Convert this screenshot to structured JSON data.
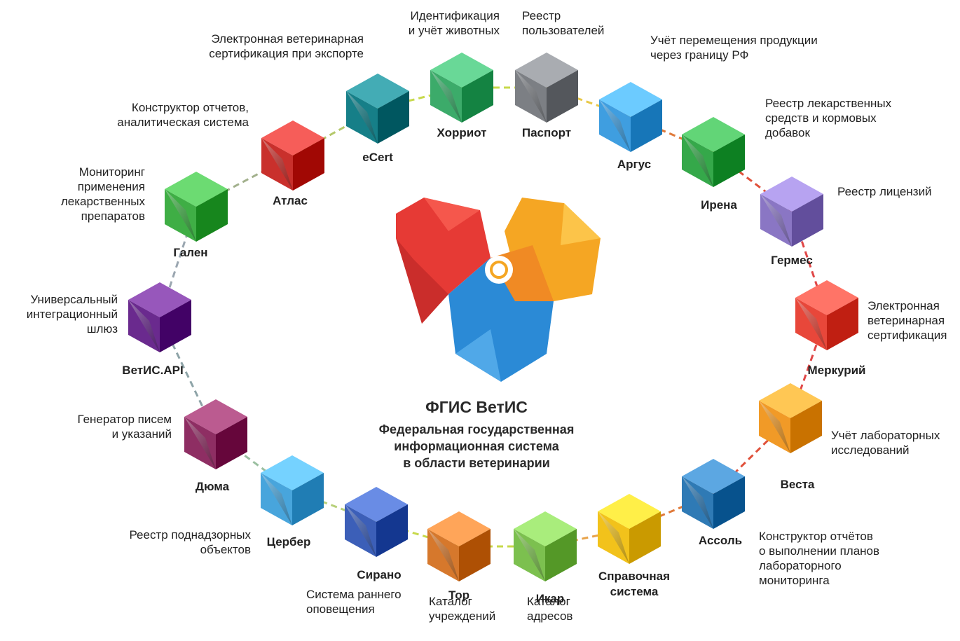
{
  "center": {
    "title": "ФГИС ВетИС",
    "subtitle_lines": [
      "Федеральная государственная",
      "информационная система",
      "в области ветеринарии"
    ],
    "logo_colors": {
      "red": "#e63a35",
      "yellow": "#f5a623",
      "blue": "#2b8ad6",
      "orange": "#f08a24"
    }
  },
  "nodes": [
    {
      "id": "horriot",
      "name": "Хорриот",
      "desc": [
        "Идентификация",
        "и учёт животных"
      ],
      "color": "#3cab6a"
    },
    {
      "id": "pasport",
      "name": "Паспорт",
      "desc": [
        "Реестр",
        "пользователей"
      ],
      "color": "#7c7f84"
    },
    {
      "id": "argus",
      "name": "Аргус",
      "desc": [
        "Учёт перемещения продукции",
        "через границу РФ"
      ],
      "color": "#3f9ee0"
    },
    {
      "id": "irena",
      "name": "Ирена",
      "desc": [
        "Реестр лекарственных",
        "средств и кормовых",
        "добавок"
      ],
      "color": "#35a84a"
    },
    {
      "id": "germes",
      "name": "Гермес",
      "desc": [
        "Реестр лицензий"
      ],
      "color": "#8a76c4"
    },
    {
      "id": "merkuriy",
      "name": "Меркурий",
      "desc": [
        "Электронная",
        "ветеринарная",
        "сертификация"
      ],
      "color": "#e8473a"
    },
    {
      "id": "vesta",
      "name": "Веста",
      "desc": [
        "Учёт лабораторных",
        "исследований"
      ],
      "color": "#f19a27"
    },
    {
      "id": "assol",
      "name": "Ассоль",
      "desc": [
        "Конструктор отчётов",
        "о выполнении планов",
        "лабораторного",
        "мониторинга"
      ],
      "color": "#2f7ab5"
    },
    {
      "id": "spravochnaya",
      "name": "Справочная система",
      "name_lines": [
        "Справочная",
        "система"
      ],
      "desc": [],
      "color": "#f2c21b"
    },
    {
      "id": "ikar",
      "name": "Икар",
      "desc": [
        "Каталог",
        "адресов"
      ],
      "color": "#7cc04f"
    },
    {
      "id": "tor",
      "name": "Тор",
      "desc": [
        "Каталог",
        "учреждений"
      ],
      "color": "#d6782c"
    },
    {
      "id": "sirano",
      "name": "Сирано",
      "desc": [
        "Система раннего",
        "оповещения"
      ],
      "color": "#3c5fb8"
    },
    {
      "id": "tserber",
      "name": "Цербер",
      "desc": [
        "Реестр поднадзорных",
        "объектов"
      ],
      "color": "#48a5dc"
    },
    {
      "id": "duma",
      "name": "Дюма",
      "desc": [
        "Генератор писем",
        "и указаний"
      ],
      "color": "#8e2e63"
    },
    {
      "id": "vetis-api",
      "name": "ВетИС.API",
      "desc": [
        "Универсальный",
        "интеграционный",
        "шлюз"
      ],
      "color": "#6a2a8e"
    },
    {
      "id": "galen",
      "name": "Гален",
      "desc": [
        "Мониторинг",
        "применения",
        "лекарственных",
        "препаратов"
      ],
      "color": "#3fae45"
    },
    {
      "id": "atlas",
      "name": "Атлас",
      "desc": [
        "Конструктор отчетов,",
        "аналитическая система"
      ],
      "color": "#c9302c"
    },
    {
      "id": "ecert",
      "name": "eCert",
      "desc": [
        "Электронная ветеринарная",
        "сертификация при экспорте"
      ],
      "color": "#167f88"
    }
  ]
}
